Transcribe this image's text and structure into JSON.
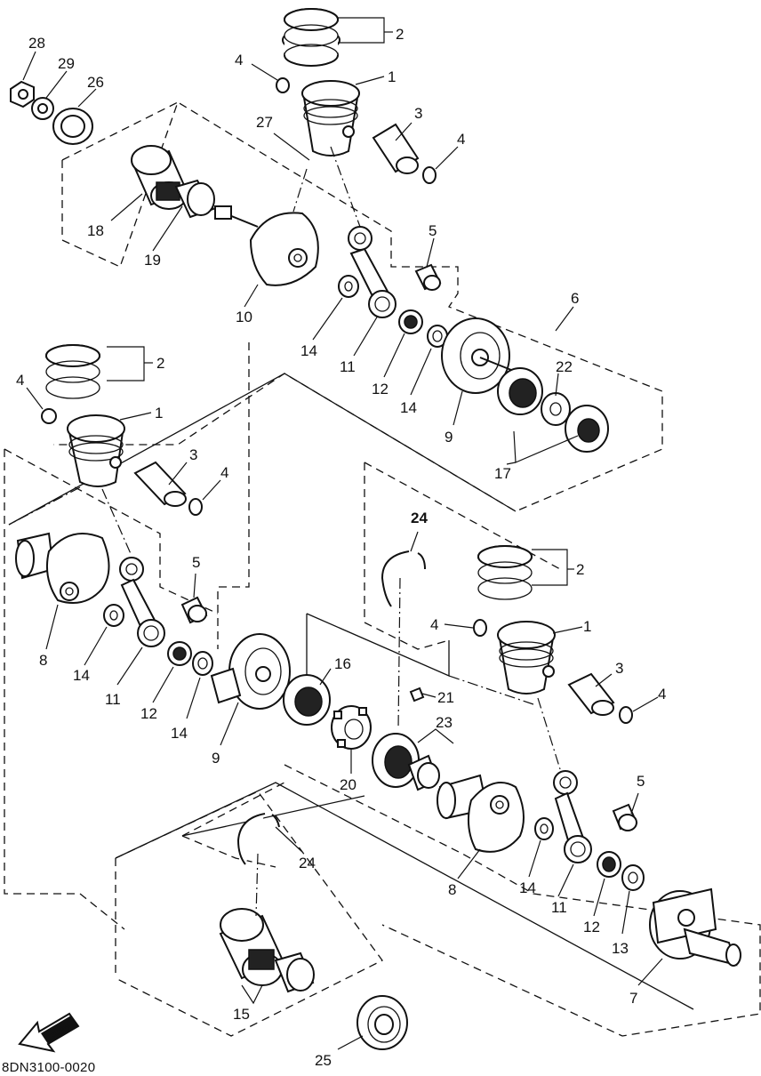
{
  "diagram_code": "8DN3100-0020",
  "fwd_label": "FWD",
  "callouts": [
    {
      "id": "c2a",
      "text": "2"
    },
    {
      "id": "c1a",
      "text": "1"
    },
    {
      "id": "c4a",
      "text": "4"
    },
    {
      "id": "c4b",
      "text": "4"
    },
    {
      "id": "c3a",
      "text": "3"
    },
    {
      "id": "c27",
      "text": "27"
    },
    {
      "id": "c28",
      "text": "28"
    },
    {
      "id": "c29",
      "text": "29"
    },
    {
      "id": "c26",
      "text": "26"
    },
    {
      "id": "c18",
      "text": "18"
    },
    {
      "id": "c19",
      "text": "19"
    },
    {
      "id": "c10",
      "text": "10"
    },
    {
      "id": "c5a",
      "text": "5"
    },
    {
      "id": "c6",
      "text": "6"
    },
    {
      "id": "c14a",
      "text": "14"
    },
    {
      "id": "c11a",
      "text": "11"
    },
    {
      "id": "c12a",
      "text": "12"
    },
    {
      "id": "c14b",
      "text": "14"
    },
    {
      "id": "c9a",
      "text": "9"
    },
    {
      "id": "c22",
      "text": "22"
    },
    {
      "id": "c17",
      "text": "17"
    },
    {
      "id": "c2b",
      "text": "2"
    },
    {
      "id": "c4c",
      "text": "4"
    },
    {
      "id": "c1b",
      "text": "1"
    },
    {
      "id": "c3b",
      "text": "3"
    },
    {
      "id": "c4d",
      "text": "4"
    },
    {
      "id": "c5b",
      "text": "5"
    },
    {
      "id": "c8a",
      "text": "8"
    },
    {
      "id": "c14c",
      "text": "14"
    },
    {
      "id": "c11b",
      "text": "11"
    },
    {
      "id": "c12b",
      "text": "12"
    },
    {
      "id": "c14d",
      "text": "14"
    },
    {
      "id": "c9b",
      "text": "9"
    },
    {
      "id": "c16",
      "text": "16"
    },
    {
      "id": "c24a",
      "text": "24"
    },
    {
      "id": "c21",
      "text": "21"
    },
    {
      "id": "c23",
      "text": "23"
    },
    {
      "id": "c20",
      "text": "20"
    },
    {
      "id": "c2c",
      "text": "2"
    },
    {
      "id": "c4e",
      "text": "4"
    },
    {
      "id": "c1c",
      "text": "1"
    },
    {
      "id": "c3c",
      "text": "3"
    },
    {
      "id": "c4f",
      "text": "4"
    },
    {
      "id": "c5c",
      "text": "5"
    },
    {
      "id": "c8b",
      "text": "8"
    },
    {
      "id": "c14e",
      "text": "14"
    },
    {
      "id": "c11c",
      "text": "11"
    },
    {
      "id": "c12c",
      "text": "12"
    },
    {
      "id": "c13",
      "text": "13"
    },
    {
      "id": "c7",
      "text": "7"
    },
    {
      "id": "c24b",
      "text": "24"
    },
    {
      "id": "c15",
      "text": "15"
    },
    {
      "id": "c25",
      "text": "25"
    }
  ]
}
